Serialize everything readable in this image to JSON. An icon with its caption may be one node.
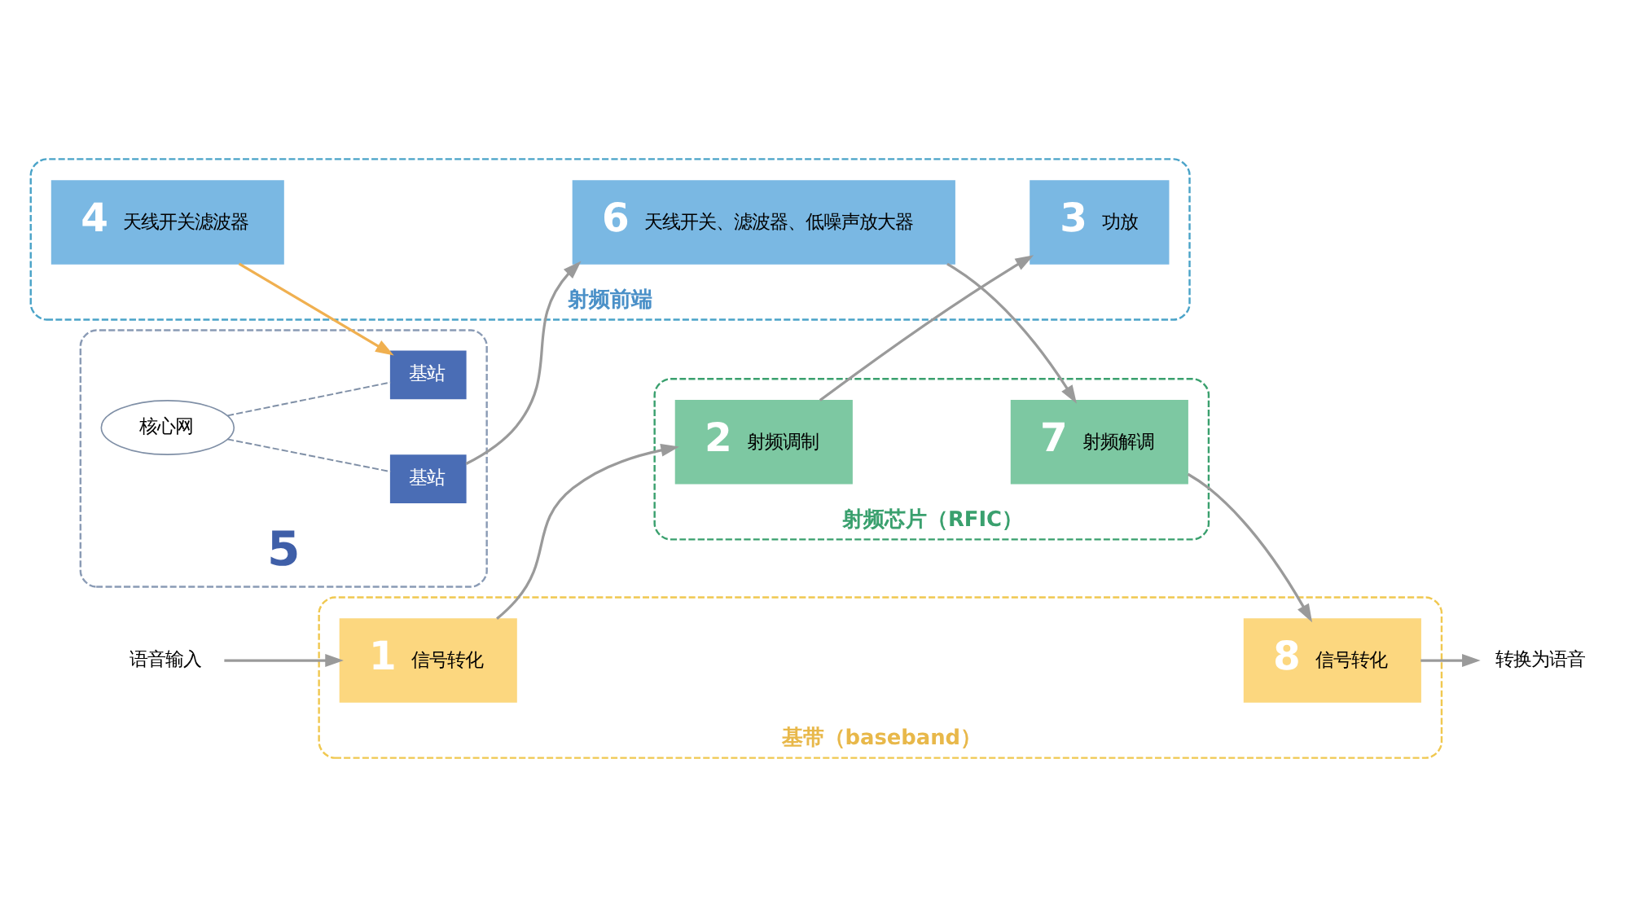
{
  "diagram": {
    "nodes": [
      {
        "text": [
          "5"
        ]
      },
      {
        "text": [
          "基站"
        ],
        "in": 0
      },
      {
        "text": [
          "核心网"
        ],
        "in": 0
      },
      {
        "text": [
          "基站"
        ],
        "in": 0
      },
      {
        "text": [
          "射频前端"
        ]
      },
      {
        "text": [
          "6",
          "天线开关、滤波器、低噪声放大器"
        ],
        "in": 4
      },
      {
        "text": [
          "4",
          "天线开关滤波器"
        ],
        "in": 4
      },
      {
        "text": [
          "3",
          "功放"
        ],
        "in": 4
      },
      {
        "text": [
          "射频芯片（RFIC）"
        ]
      },
      {
        "text": [
          "7",
          "射频解调"
        ],
        "in": 8
      },
      {
        "text": [
          "2",
          "射频调制"
        ],
        "in": 8
      },
      {
        "text": [
          "基带（baseband）"
        ]
      },
      {
        "text": [
          "8",
          "信号转化"
        ],
        "in": 11
      },
      {
        "text": [
          "1",
          "信号转化"
        ],
        "in": 11
      },
      {
        "text": [
          "转换为语音"
        ]
      },
      {
        "text": [
          "语音输入"
        ]
      }
    ],
    "edges": [
      {
        "from": 2,
        "to": 1,
        "arrow": "none",
        "style": "dashed",
        "color": "#7f8fa6"
      },
      {
        "from": 2,
        "to": 3,
        "arrow": "none",
        "style": "dashed",
        "color": "#7f8fa6"
      },
      {
        "from": 1,
        "to": 5,
        "arrow": "to"
      },
      {
        "from": 5,
        "to": 9,
        "arrow": "to"
      },
      {
        "from": 9,
        "to": 12,
        "arrow": "to"
      },
      {
        "from": 12,
        "to": 14,
        "arrow": "to"
      },
      {
        "from": 15,
        "to": 13,
        "arrow": "to"
      },
      {
        "from": 13,
        "to": 10,
        "arrow": "to"
      },
      {
        "from": 10,
        "to": 7,
        "arrow": "to"
      },
      {
        "from": 6,
        "to": 3,
        "arrow": "to",
        "color": "#f0b050"
      }
    ]
  }
}
